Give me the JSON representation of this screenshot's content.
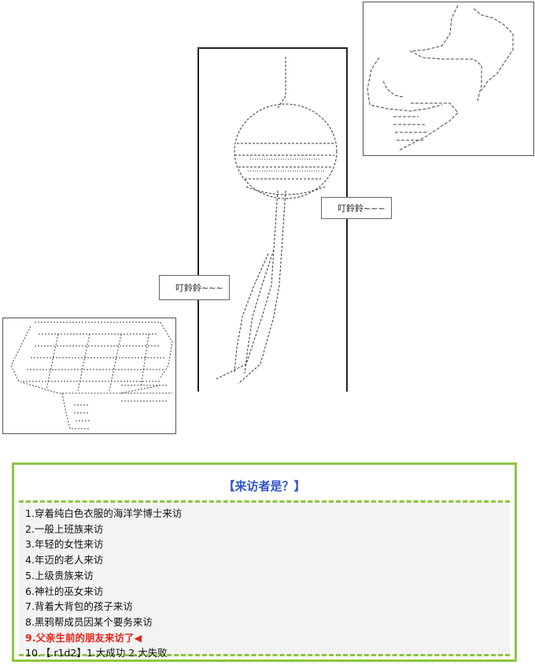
{
  "speech_bubbles": [
    {
      "text": "叮鈴鈴~~~"
    },
    {
      "text": "叮鈴鈴~~~"
    }
  ],
  "panel": {
    "title": "【来访者是？】",
    "items": [
      "1.穿着纯白色衣服的海洋学博士来访",
      "2.一般上班族来访",
      "3.年轻的女性来访",
      "4.年迈的老人来访",
      "5.上级贵族来访",
      "6.神社的巫女来访",
      "7.背着大背包的孩子来访",
      "8.黑鸦帮成员因某个要务来访",
      "9.父亲生前的朋友来访了◀",
      "10.【.r1d2】1.大成功 2.大失败"
    ],
    "selected_index": 8,
    "colors": {
      "border": "#8cc63f",
      "title": "#3355cc",
      "selected": "#e8241a"
    }
  }
}
